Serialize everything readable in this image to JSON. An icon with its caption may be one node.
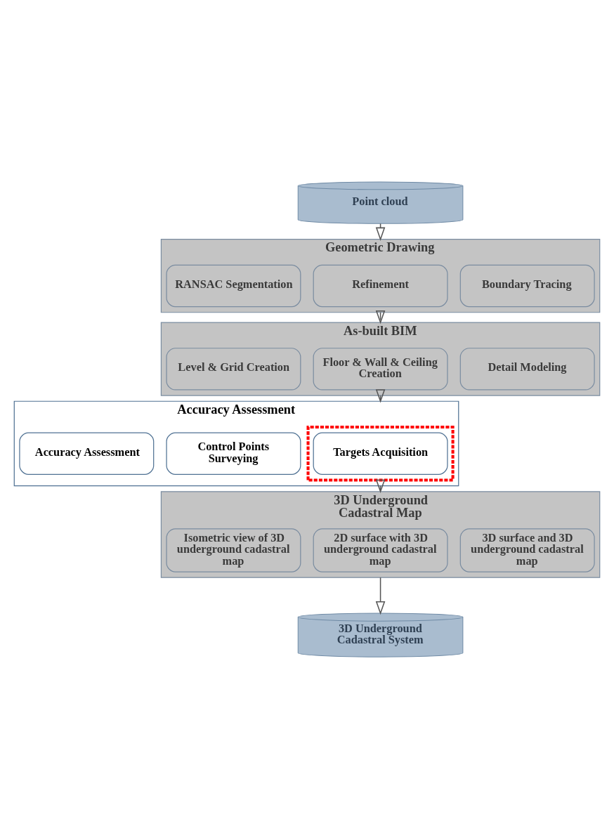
{
  "diagram": {
    "nodes": [
      {
        "text": [
          "Point cloud"
        ]
      },
      {
        "text": [
          "Geometric Drawing"
        ]
      },
      {
        "text": [
          "RANSAC Segmentation"
        ],
        "in": 1
      },
      {
        "text": [
          "Refinement"
        ],
        "in": 1
      },
      {
        "text": [
          "Boundary Tracing"
        ],
        "in": 1
      },
      {
        "text": [
          "As-built BIM"
        ]
      },
      {
        "text": [
          "Level & Grid Creation"
        ],
        "in": 5
      },
      {
        "text": [
          "Floor & Wall & Ceiling Creation"
        ],
        "in": 5
      },
      {
        "text": [
          "Detail Modeling"
        ],
        "in": 5
      },
      {
        "text": [
          "Accuracy Assessment"
        ]
      },
      {
        "text": [
          "Control Points Surveying"
        ],
        "in": 9
      },
      {
        "text": [],
        "shape": "box",
        "in": 9
      },
      {
        "text": [
          "Targets Acquisition"
        ],
        "in": 11
      },
      {
        "text": [
          "Accuracy Assessment"
        ],
        "in": 9
      },
      {
        "text": [
          "3D Underground Cadastral Map"
        ]
      },
      {
        "text": [
          "Isometric view of 3D underground cadastral map"
        ],
        "in": 14
      },
      {
        "text": [
          "2D surface with 3D underground cadastral map"
        ],
        "in": 14
      },
      {
        "text": [
          "3D surface and 3D underground cadastral map"
        ],
        "in": 14
      },
      {
        "text": [
          "3D Underground Cadastral System"
        ]
      }
    ],
    "edges": [
      {
        "from": 0,
        "to": 1,
        "arrow": "to"
      },
      {
        "from": 1,
        "to": 5,
        "arrow": "to"
      },
      {
        "from": 5,
        "to": 9,
        "arrow": "to"
      },
      {
        "from": 9,
        "to": 14,
        "arrow": "to"
      },
      {
        "from": 14,
        "to": 18,
        "arrow": "to"
      }
    ]
  }
}
